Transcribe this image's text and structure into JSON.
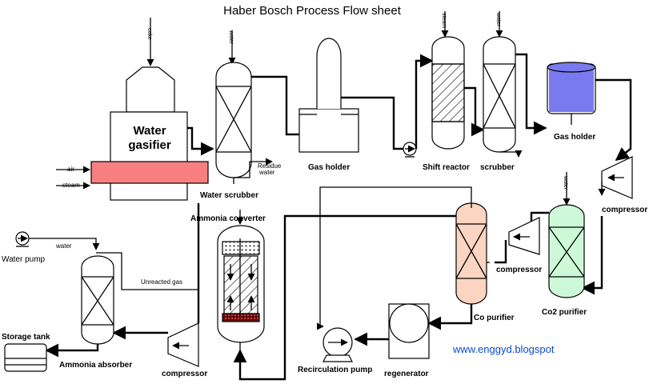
{
  "title": "Haber Bosch Process Flow sheet",
  "labels": {
    "coke": "coke",
    "water_top1": "water",
    "water_gasifier": "Water gasifier",
    "air": "air",
    "steam_in": "steam",
    "residue_water": "Residue water",
    "water_scrubber": "Water scrubber",
    "gas_holder_1": "Gas holder",
    "steam_top": "steam",
    "water_top2": "water",
    "shift_reactor": "Shift reactor",
    "scrubber": "scrubber",
    "gas_holder_2": "Gas holder",
    "compressor_right": "compressor",
    "water_co2": "water",
    "co2_purifier": "Co2 purifier",
    "compressor_mid": "compressor",
    "co_purifier": "Co purifier",
    "regenerator": "regenerator",
    "recirculation_pump": "Recirculation pump",
    "ammonia_converter": "Ammonia converter",
    "unreacted_gas": "Unreacted gas",
    "compressor_bottom": "compressor",
    "water_pump": "Water pump",
    "water_pump_line": "water",
    "storage_tank": "Storage tank",
    "ammonia_absorber": "Ammonia absorber",
    "website": "www.enggyd.blogspot"
  },
  "colors": {
    "gasifier_band": "#f77f7f",
    "gas_holder_liquid": "#7a7af0",
    "co_purifier_fill": "#fbd4c2",
    "co2_purifier_fill": "#cdf9d8",
    "catalyst_fill": "#8b1a1a",
    "website_text": "#0a4ad6"
  }
}
